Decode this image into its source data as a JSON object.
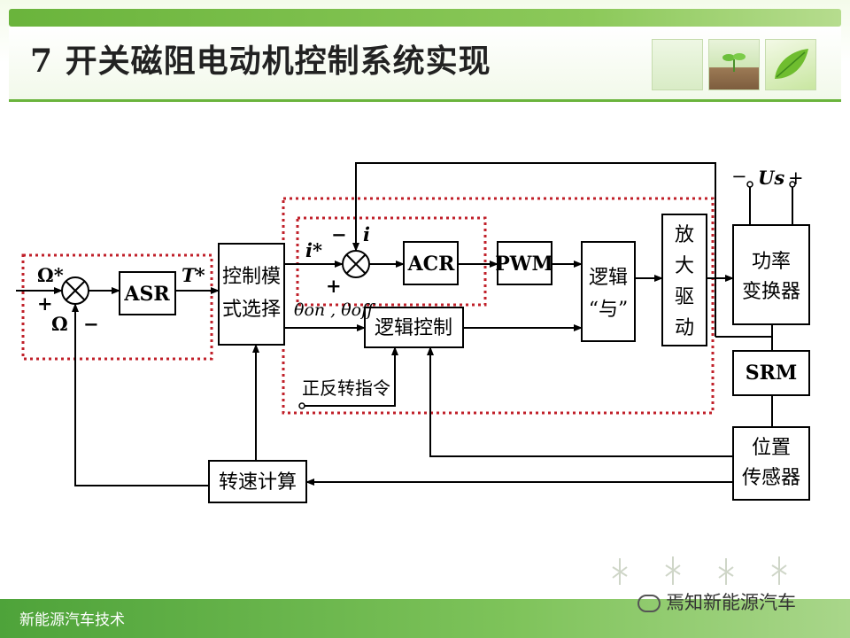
{
  "slide_title": "7 开关磁阻电动机控制系统实现",
  "footer": "新能源汽车技术",
  "watermark": "焉知新能源汽车",
  "blocks": {
    "asr": "ASR",
    "mode_select_line1": "控制模",
    "mode_select_line2": "式选择",
    "acr": "ACR",
    "pwm": "PWM",
    "logic_and_line1": "逻辑",
    "logic_and_line2": "“与”",
    "amp_line1": "放",
    "amp_line2": "大",
    "amp_line3": "驱",
    "amp_line4": "动",
    "converter_line1": "功率",
    "converter_line2": "变换器",
    "srm": "SRM",
    "logic_ctrl": "逻辑控制",
    "speed_calc": "转速计算",
    "sensor_line1": "位置",
    "sensor_line2": "传感器"
  },
  "labels": {
    "omega_ref": "Ω*",
    "omega": "Ω",
    "plus1": "+",
    "minus1": "−",
    "torque_ref": "T*",
    "i_ref": "i*",
    "i": "i",
    "plus2": "+",
    "minus2": "−",
    "theta_on": "θon , θoff",
    "direction_cmd": "正反转指令",
    "us": "Us",
    "us_minus": "−",
    "us_plus": "+"
  }
}
